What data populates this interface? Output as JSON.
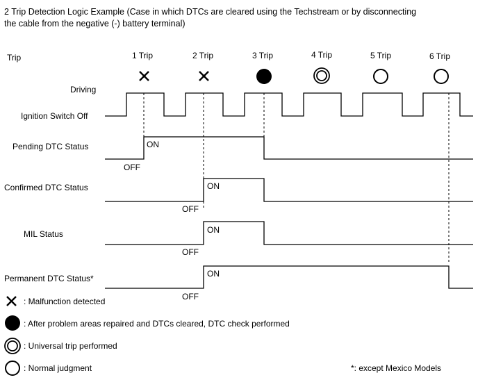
{
  "title_line1": "2 Trip Detection Logic Example (Case in which DTCs are cleared using the Techstream or by disconnecting",
  "title_line2": "the cable from the negative (-) battery terminal)",
  "row_labels": {
    "trip": "Trip",
    "driving": "Driving",
    "ignition_off": "Ignition Switch Off",
    "pending": "Pending DTC Status",
    "confirmed": "Confirmed DTC Status",
    "mil": "MIL Status",
    "permanent": "Permanent DTC Status*"
  },
  "trips": [
    {
      "label": "1 Trip",
      "symbol": "cross"
    },
    {
      "label": "2 Trip",
      "symbol": "cross"
    },
    {
      "label": "3 Trip",
      "symbol": "filled-circle"
    },
    {
      "label": "4 Trip",
      "symbol": "double-circle"
    },
    {
      "label": "5 Trip",
      "symbol": "open-circle"
    },
    {
      "label": "6 Trip",
      "symbol": "open-circle"
    }
  ],
  "state_labels": {
    "pending_on": "ON",
    "pending_off": "OFF",
    "confirmed_on": "ON",
    "confirmed_off": "OFF",
    "mil_on": "ON",
    "mil_off": "OFF",
    "permanent_on": "ON",
    "permanent_off": "OFF"
  },
  "signals": {
    "pending_dtc": {
      "on_from_trip": 1,
      "off_at_trip": 3
    },
    "confirmed_dtc": {
      "on_from_trip": 2,
      "off_at_trip": 3
    },
    "mil": {
      "on_from_trip": 2,
      "off_at_trip": 3
    },
    "permanent_dtc": {
      "on_from_trip": 2,
      "off_at_trip": 6
    }
  },
  "legend": {
    "cross": ": Malfunction detected",
    "filled_circle": ": After problem areas repaired and DTCs cleared, DTC check performed",
    "double_circle": ": Universal trip performed",
    "open_circle": ": Normal judgment"
  },
  "footnote": "*: except Mexico Models"
}
